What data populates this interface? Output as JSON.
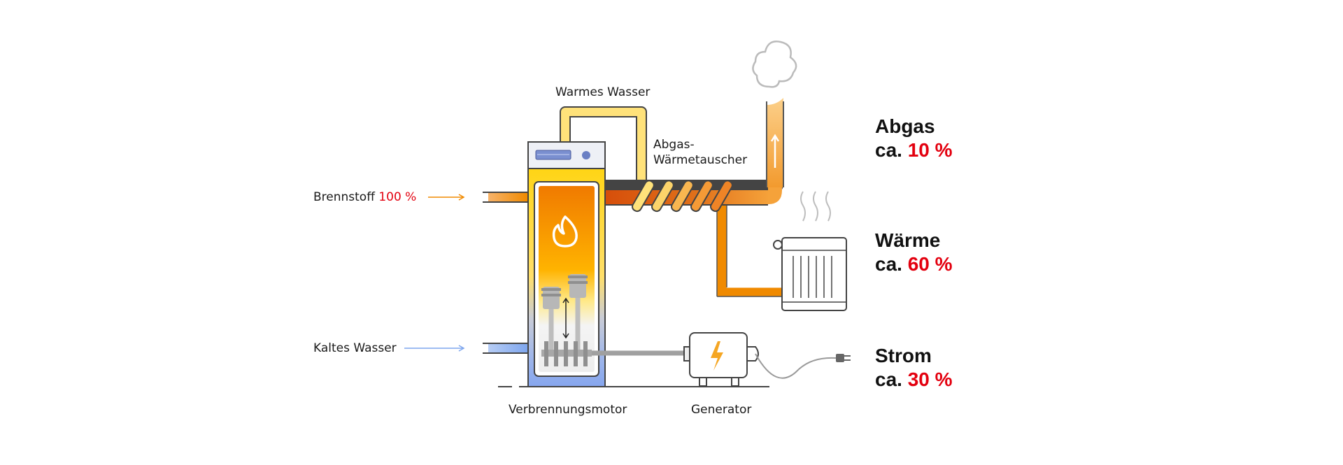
{
  "labels": {
    "warm_water": "Warmes Wasser",
    "heat_exchanger": "Abgas-\nWärmetauscher",
    "fuel": "Brennstoff",
    "fuel_pct": "100 %",
    "cold_water": "Kaltes Wasser",
    "engine": "Verbrennungsmotor",
    "generator": "Generator"
  },
  "outputs": [
    {
      "name": "Abgas",
      "prefix": "ca.",
      "value": "10 %"
    },
    {
      "name": "Wärme",
      "prefix": "ca.",
      "value": "60 %"
    },
    {
      "name": "Strom",
      "prefix": "ca.",
      "value": "30 %"
    }
  ],
  "colors": {
    "accent_red": "#e3000f",
    "orange": "#f08a00",
    "dark_orange": "#d9530a",
    "yellow": "#ffd200",
    "light_yellow": "#ffe27a",
    "blue": "#7ea6ee",
    "outline": "#4a4a4a"
  },
  "icons": [
    "flame-icon",
    "lightning-icon",
    "plug-icon",
    "smoke-cloud-icon",
    "heat-waves-icon",
    "radiator-icon"
  ]
}
